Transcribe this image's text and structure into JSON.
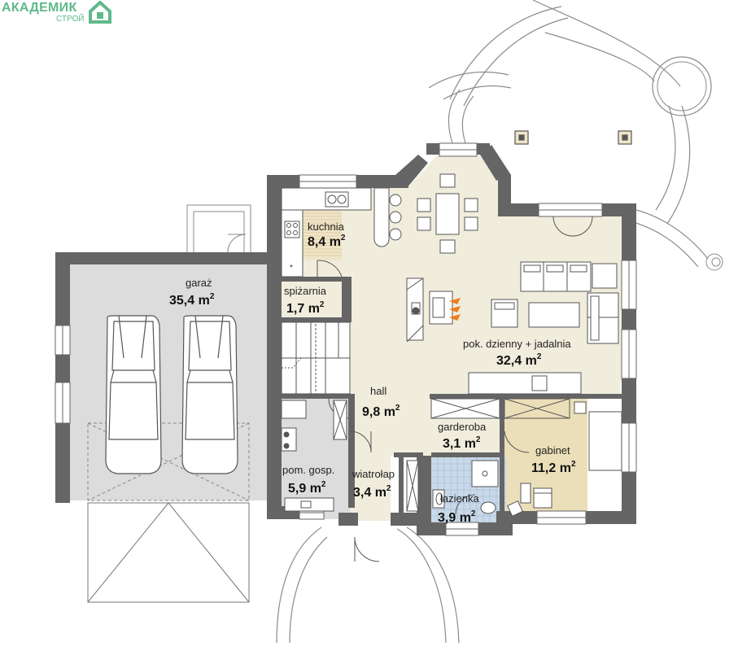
{
  "logo": {
    "main": "АКАДЕМИК",
    "sub": "СТРОЙ"
  },
  "rooms": {
    "garaz": {
      "name": "garaż",
      "area": "35,4 m",
      "unit_sup": "2"
    },
    "kuchnia": {
      "name": "kuchnia",
      "area": "8,4 m",
      "unit_sup": "2"
    },
    "spizarnia": {
      "name": "spiżarnia",
      "area": "1,7 m",
      "unit_sup": "2"
    },
    "pokoj": {
      "name": "pok. dzienny + jadalnia",
      "area": "32,4 m",
      "unit_sup": "2"
    },
    "hall": {
      "name": "hall",
      "area": "9,8 m",
      "unit_sup": "2"
    },
    "garderoba": {
      "name": "garderoba",
      "area": "3,1 m",
      "unit_sup": "2"
    },
    "gabinet": {
      "name": "gabinet",
      "area": "11,2 m",
      "unit_sup": "2"
    },
    "pom_gosp": {
      "name": "pom. gosp.",
      "area": "5,9 m",
      "unit_sup": "2"
    },
    "wiatrolap": {
      "name": "wiatrołap",
      "area": "3,4 m",
      "unit_sup": "2"
    },
    "lazienka": {
      "name": "łazienka",
      "area": "3,9 m",
      "unit_sup": "2"
    }
  },
  "colors": {
    "wall": "#656565",
    "wall_light": "#8c8c8c",
    "living_floor": "#f1eddd",
    "garage_floor": "#dcdcdc",
    "gabinet_floor": "#ebdfb9",
    "bath_tile": "#c9d9e9",
    "kitchen_floor": "#f0e4c8",
    "fireplace_flame": "#f07d1a",
    "logo_green": "#5fb98a"
  }
}
